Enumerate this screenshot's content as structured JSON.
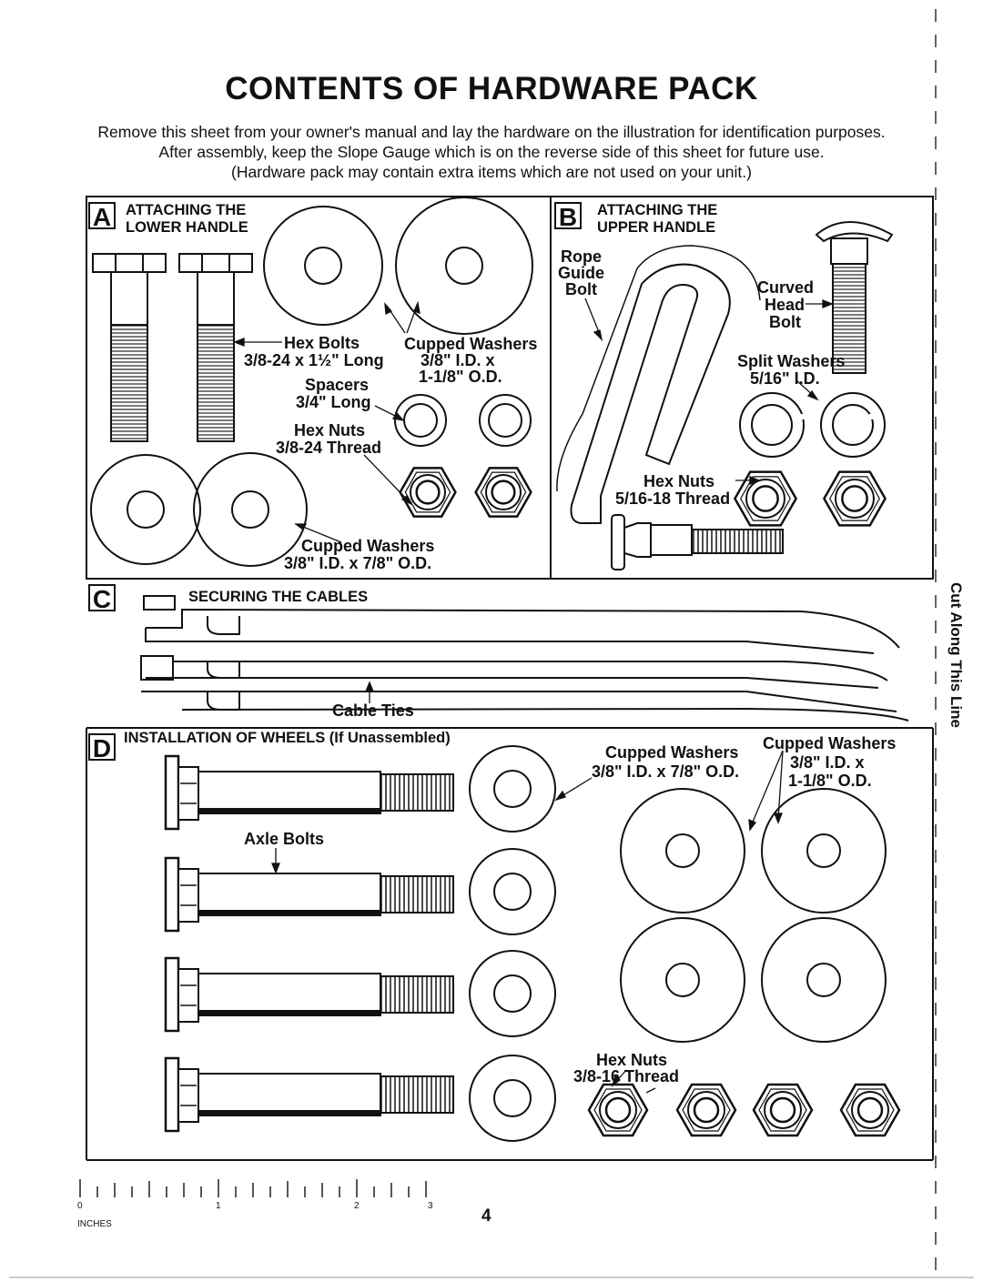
{
  "title": "CONTENTS OF HARDWARE PACK",
  "intro": [
    "Remove this sheet from your owner's manual and lay the hardware on the illustration for identification purposes.",
    "After assembly, keep the Slope Gauge which is on the reverse side of this sheet for future use.",
    "(Hardware pack may contain extra items which are not used on your unit.)"
  ],
  "section_a": {
    "letter": "A",
    "heading": [
      "ATTACHING THE",
      "LOWER HANDLE"
    ],
    "hex_bolts": [
      "Hex Bolts",
      "3/8-24 x 1½\" Long"
    ],
    "cupped_washers_top": [
      "Cupped Washers",
      "3/8\" I.D. x",
      "1-1/8\" O.D."
    ],
    "spacers": [
      "Spacers",
      "3/4\" Long"
    ],
    "hex_nuts": [
      "Hex Nuts",
      "3/8-24 Thread"
    ],
    "cupped_washers_bottom": [
      "Cupped Washers",
      "3/8\" I.D. x 7/8\" O.D."
    ]
  },
  "section_b": {
    "letter": "B",
    "heading": [
      "ATTACHING THE",
      "UPPER HANDLE"
    ],
    "rope_guide": [
      "Rope",
      "Guide",
      "Bolt"
    ],
    "curved_head": [
      "Curved",
      "Head",
      "Bolt"
    ],
    "split_washers": [
      "Split Washers",
      "5/16\" I.D."
    ],
    "hex_nuts": [
      "Hex Nuts",
      "5/16-18 Thread"
    ]
  },
  "section_c": {
    "letter": "C",
    "heading": "SECURING THE CABLES",
    "cable_ties": "Cable Ties"
  },
  "section_d": {
    "letter": "D",
    "heading": "INSTALLATION OF WHEELS (If Unassembled)",
    "cupped_small": [
      "Cupped Washers",
      "3/8\" I.D. x 7/8\" O.D."
    ],
    "cupped_large": [
      "Cupped Washers",
      "3/8\" I.D. x",
      "1-1/8\" O.D."
    ],
    "axle_bolts": "Axle Bolts",
    "hex_nuts": [
      "Hex Nuts",
      "3/8-16 Thread"
    ]
  },
  "ruler": {
    "numbers": [
      "0",
      "1",
      "2",
      "3"
    ],
    "unit": "INCHES"
  },
  "page_number": "4",
  "cut_line": "Cut Along This Line"
}
